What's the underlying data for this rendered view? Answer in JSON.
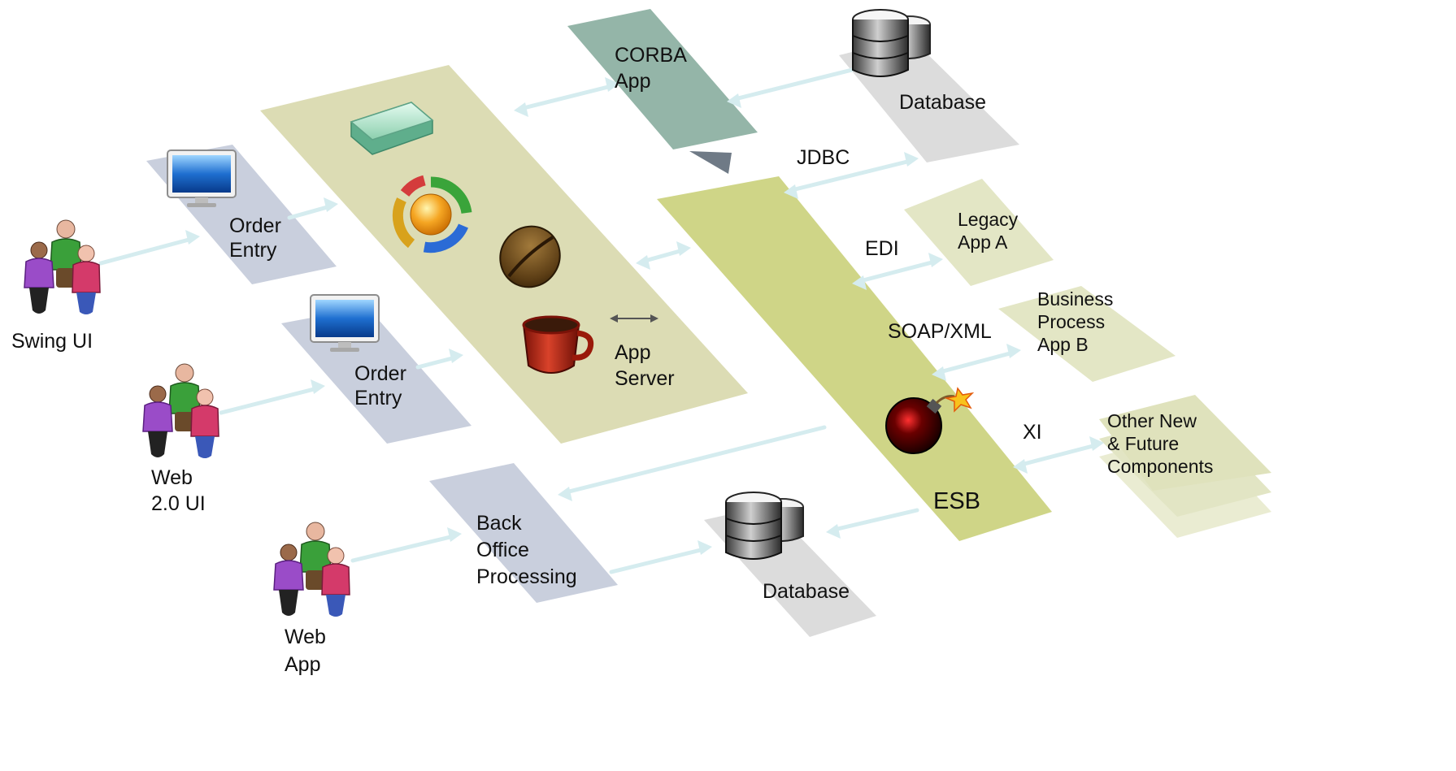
{
  "colors": {
    "app_plane": "#dcdcb4",
    "esb_plane": "#cfd587",
    "corba_plane": "#94b5a8",
    "ui_plane": "#c9cfdd",
    "db_plane": "#dcdcdc",
    "app_box_plane": "#e3e6c5",
    "arrow": "#d5ecef"
  },
  "labels": {
    "swing_ui": "Swing UI",
    "web20_ui": [
      "Web",
      "2.0 UI"
    ],
    "web_app": [
      "Web",
      "App"
    ],
    "order_entry_1": [
      "Order",
      "Entry"
    ],
    "order_entry_2": [
      "Order",
      "Entry"
    ],
    "back_office": [
      "Back",
      "Office",
      "Processing"
    ],
    "corba": [
      "CORBA",
      "App"
    ],
    "database_top": "Database",
    "database_bottom": "Database",
    "app_server": [
      "App",
      "Server"
    ],
    "esb": "ESB",
    "jdbc": "JDBC",
    "edi": "EDI",
    "soap_xml": "SOAP/XML",
    "xi": "XI",
    "legacy": [
      "Legacy",
      "App A"
    ],
    "business_process": [
      "Business",
      "Process",
      "App B"
    ],
    "other_new": [
      "Other New",
      "& Future",
      "Components"
    ]
  },
  "icons": {
    "users": "users-group-icon",
    "monitor": "monitor-icon",
    "database": "database-icon",
    "router": "router-icon",
    "cycle": "cycle-arrows-icon",
    "bean": "coffee-bean-icon",
    "cup": "coffee-cup-icon",
    "bomb": "bomb-icon"
  }
}
